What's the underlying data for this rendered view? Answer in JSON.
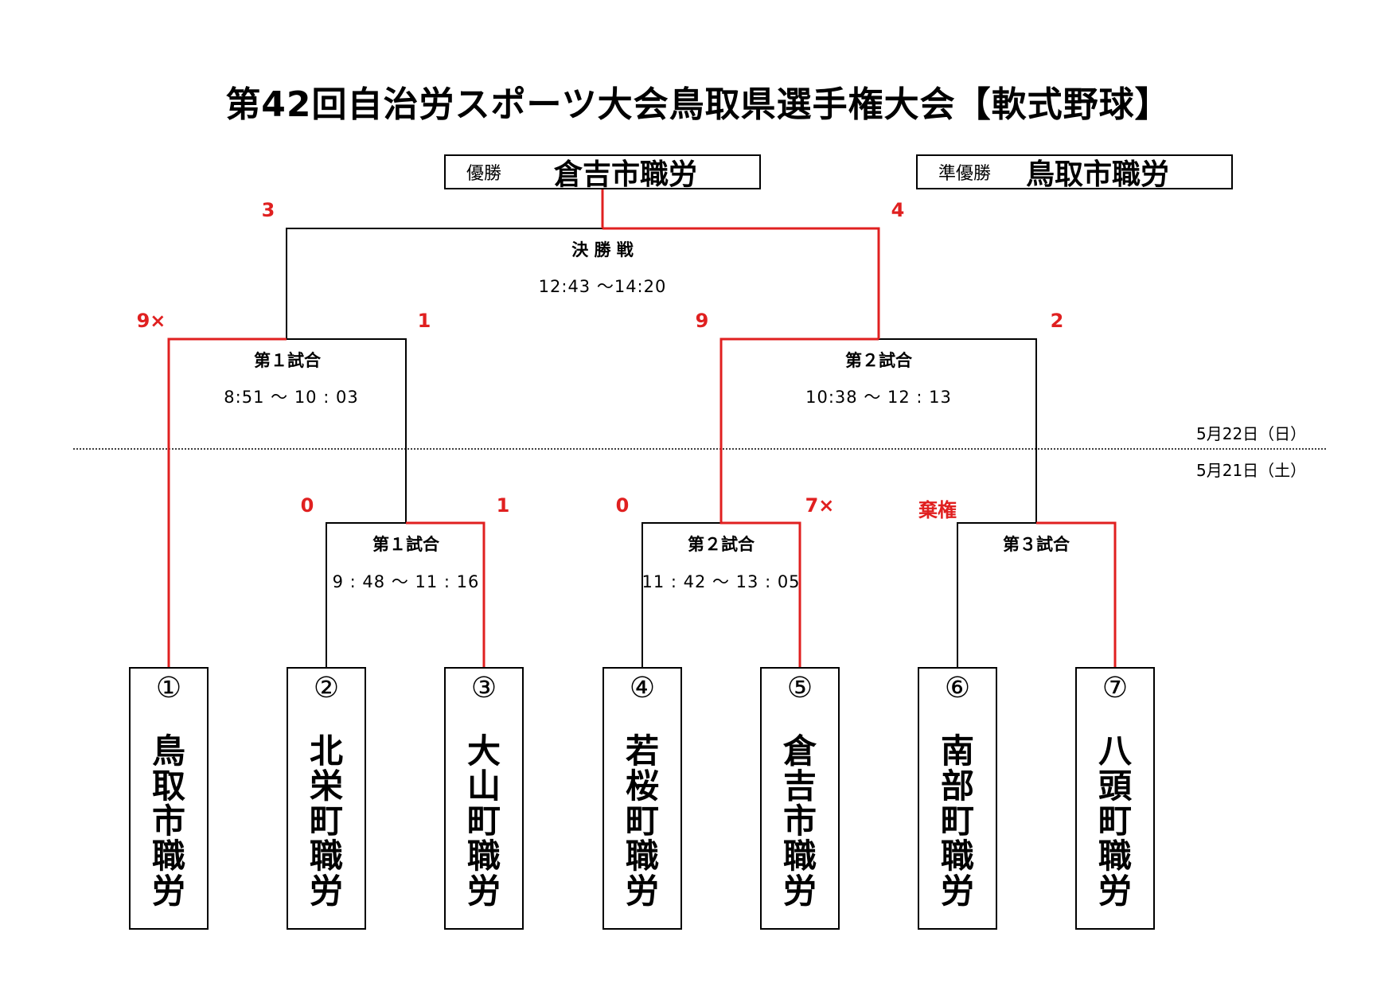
{
  "title": "第42回自治労スポーツ大会鳥取県選手権大会【軟式野球】",
  "champion": {
    "label": "優勝",
    "team": "倉吉市職労"
  },
  "runner_up": {
    "label": "準優勝",
    "team": "鳥取市職労"
  },
  "dates": {
    "day2": "5月22日（日）",
    "day1": "5月21日（土）"
  },
  "teams": [
    {
      "num": "①",
      "name": "鳥取市職労"
    },
    {
      "num": "②",
      "name": "北栄町職労"
    },
    {
      "num": "③",
      "name": "大山町職労"
    },
    {
      "num": "④",
      "name": "若桜町職労"
    },
    {
      "num": "⑤",
      "name": "倉吉市職労"
    },
    {
      "num": "⑥",
      "name": "南部町職労"
    },
    {
      "num": "⑦",
      "name": "八頭町職労"
    }
  ],
  "day1_matches": [
    {
      "name": "第１試合",
      "time": "9 : 48 〜 11 : 16",
      "left_score": "0",
      "right_score": "1"
    },
    {
      "name": "第２試合",
      "time": "11 : 42 〜 13 : 05",
      "left_score": "0",
      "right_score": "7×"
    },
    {
      "name": "第３試合",
      "time": "",
      "left_score": "棄権",
      "right_score": ""
    }
  ],
  "day2_matches": [
    {
      "name": "第１試合",
      "time": "8:51 〜 10 : 03",
      "left_score": "9×",
      "right_score": "1"
    },
    {
      "name": "第２試合",
      "time": "10:38 〜 12 : 13",
      "left_score": "9",
      "right_score": "2"
    }
  ],
  "final_match": {
    "name": "決 勝 戦",
    "time": "12:43 〜14:20",
    "left_score": "3",
    "right_score": "4"
  },
  "colors": {
    "winner_line": "#e02020",
    "line": "#000000",
    "score": "#e02020"
  }
}
